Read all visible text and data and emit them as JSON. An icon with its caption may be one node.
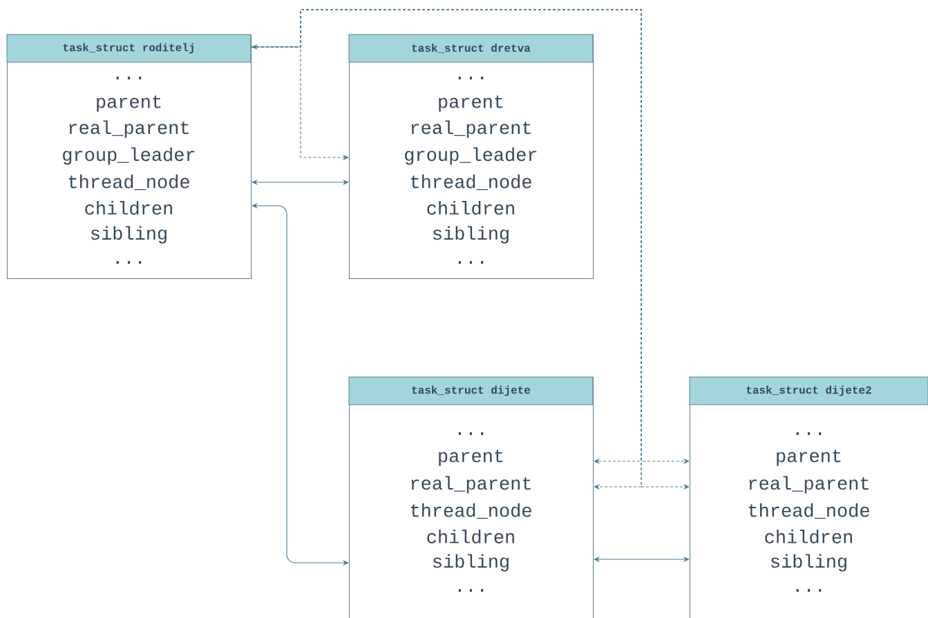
{
  "diagram": {
    "nodes": [
      {
        "text": [
          "task_struct roditelj",
          "...",
          "parent",
          "real_parent",
          "group_leader",
          "thread_node",
          "children",
          "sibling",
          "..."
        ]
      },
      {
        "text": [
          "task_struct dretva",
          "...",
          "parent",
          "real_parent",
          "group_leader",
          "thread_node",
          "children",
          "sibling",
          "..."
        ]
      },
      {
        "text": [
          "task_struct dijete",
          "...",
          "parent",
          "real_parent",
          "thread_node",
          "children",
          "sibling",
          "..."
        ]
      },
      {
        "text": [
          "task_struct dijete2",
          "...",
          "parent",
          "real_parent",
          "thread_node",
          "children",
          "sibling",
          "..."
        ]
      }
    ],
    "edges": [
      {
        "from": 1,
        "to": 0,
        "arrow": "both",
        "style": "dashed"
      },
      {
        "from": 0,
        "to": 2,
        "arrow": "to",
        "style": "dashed"
      },
      {
        "from": 0,
        "to": 3,
        "arrow": "to",
        "style": "dashed"
      },
      {
        "from": 0,
        "to": 2,
        "arrow": "to",
        "style": "dashed"
      },
      {
        "from": 0,
        "to": 3,
        "arrow": "to",
        "style": "dashed"
      },
      {
        "from": 0,
        "to": 1,
        "arrow": "both"
      },
      {
        "from": 0,
        "to": 2,
        "arrow": "both"
      },
      {
        "from": 2,
        "to": 3,
        "arrow": "both"
      }
    ]
  }
}
